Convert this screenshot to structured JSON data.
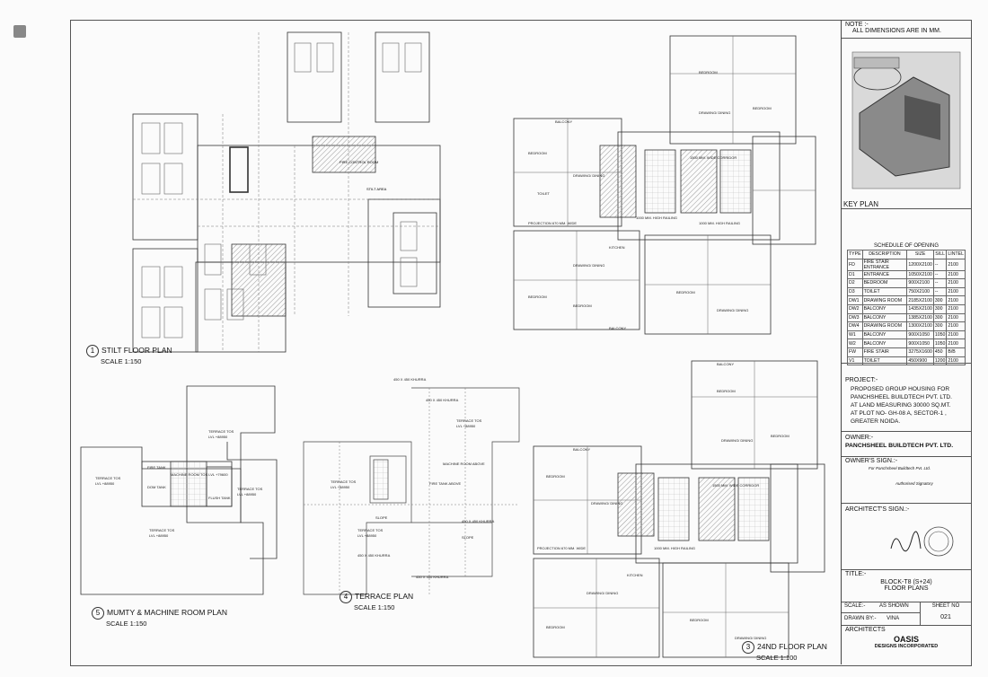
{
  "note": {
    "title": "NOTE :-",
    "text": "ALL DIMENSIONS ARE IN MM."
  },
  "key_plan": {
    "label": "KEY PLAN"
  },
  "schedule": {
    "title": "SCHEDULE OF OPENING",
    "headers": [
      "TYPE",
      "DESCRIPTION",
      "SIZE",
      "SILL",
      "LINTEL"
    ],
    "rows": [
      [
        "FD",
        "FIRE STAIR ENTRANCE",
        "1200X2100",
        "--",
        "2100"
      ],
      [
        "D1",
        "ENTRANCE",
        "1050X2100",
        "--",
        "2100"
      ],
      [
        "D2",
        "BEDROOM",
        "900X2100",
        "--",
        "2100"
      ],
      [
        "D3",
        "TOILET",
        "750X2100",
        "--",
        "2100"
      ],
      [
        "DW1",
        "DRAWING ROOM",
        "2185X2100",
        "300",
        "2100"
      ],
      [
        "DW2",
        "BALCONY",
        "1435X2100",
        "300",
        "2100"
      ],
      [
        "DW3",
        "BALCONY",
        "1385X2100",
        "300",
        "2100"
      ],
      [
        "DW4",
        "DRAWING ROOM",
        "1300X2100",
        "300",
        "2100"
      ],
      [
        "W1",
        "BALCONY",
        "900X1050",
        "1050",
        "2100"
      ],
      [
        "W2",
        "BALCONY",
        "900X1050",
        "1050",
        "2100"
      ],
      [
        "FW",
        "FIRE STAIR",
        "3275X1600",
        "450",
        "B/B"
      ],
      [
        "V1",
        "TOILET",
        "450X900",
        "1200",
        "2100"
      ]
    ]
  },
  "project": {
    "label": "PROJECT:-",
    "lines": [
      "PROPOSED GROUP HOUSING FOR",
      "PANCHSHEEL BUILDTECH PVT. LTD.",
      "AT LAND MEASURING 30000 SQ.MT.",
      "AT PLOT NO- GH-08 A, SECTOR-1 ,",
      "GREATER NOIDA."
    ]
  },
  "owner": {
    "label": "OWNER:-",
    "name": "PANCHSHEEL BUILDTECH PVT. LTD.",
    "sign_label": "OWNER'S SIGN.:-",
    "sign_text": "For Panchsheel Buildtech Pvt. Ltd.",
    "signatory": "Authorised Signatory"
  },
  "architect_sign": {
    "label": "ARCHITECT'S SIGN.:-"
  },
  "title_block": {
    "label": "TITLE:-",
    "line1": "BLOCK-T8 (S+24)",
    "line2": "FLOOR PLANS"
  },
  "scale": {
    "label": "SCALE:-",
    "value": "AS SHOWN",
    "sheet_label": "SHEET NO",
    "sheet_no": "021"
  },
  "drawn": {
    "label": "DRAWN BY:-",
    "value": "VINA"
  },
  "architects": {
    "label": "ARCHITECTS",
    "firm": "OASIS",
    "sub": "DESIGNS INCORPORATED"
  },
  "plans": [
    {
      "num": "1",
      "title": "STILT FLOOR PLAN",
      "scale": "SCALE 1:150"
    },
    {
      "num": "5",
      "title": "MUMTY & MACHINE ROOM PLAN",
      "scale": "SCALE 1:150"
    },
    {
      "num": "4",
      "title": "TERRACE PLAN",
      "scale": "SCALE 1:150"
    },
    {
      "num": "3",
      "title": "24ND FLOOR PLAN",
      "scale": "SCALE 1:100"
    }
  ],
  "room_labels": {
    "balcony": "BALCONY",
    "bedroom": "BEDROOM",
    "toilet": "TOILET",
    "kitchen": "KITCHEN",
    "drawing": "DRAWING/ DINING",
    "corridor": "1500 MM. WIDE CORRIDOR",
    "railing": "1000 MM. HIGH RAILING",
    "projection": "PROJECTION 670 MM. WIDE",
    "terrace_tos": "TERRACE TOS",
    "lvl": "LVL +88950",
    "machine": "MACHINE ROOM TOS LVL +79600",
    "fire_tank": "FIRE TANK",
    "dom_tank": "DOM TANK",
    "flush_tank": "FLUSH TANK",
    "khurra": "450 X 450 KHURRA",
    "slope": "SLOPE",
    "machine_above": "MACHINE ROOM ABOVE",
    "fire_tank_above": "FIRE TANK ABOVE",
    "fire_control": "FIRE CONTROL ROOM",
    "stilt": "STILT AREA"
  },
  "colors": {
    "line": "#333333",
    "hatch": "#888888",
    "paper": "#fbfbfb"
  }
}
